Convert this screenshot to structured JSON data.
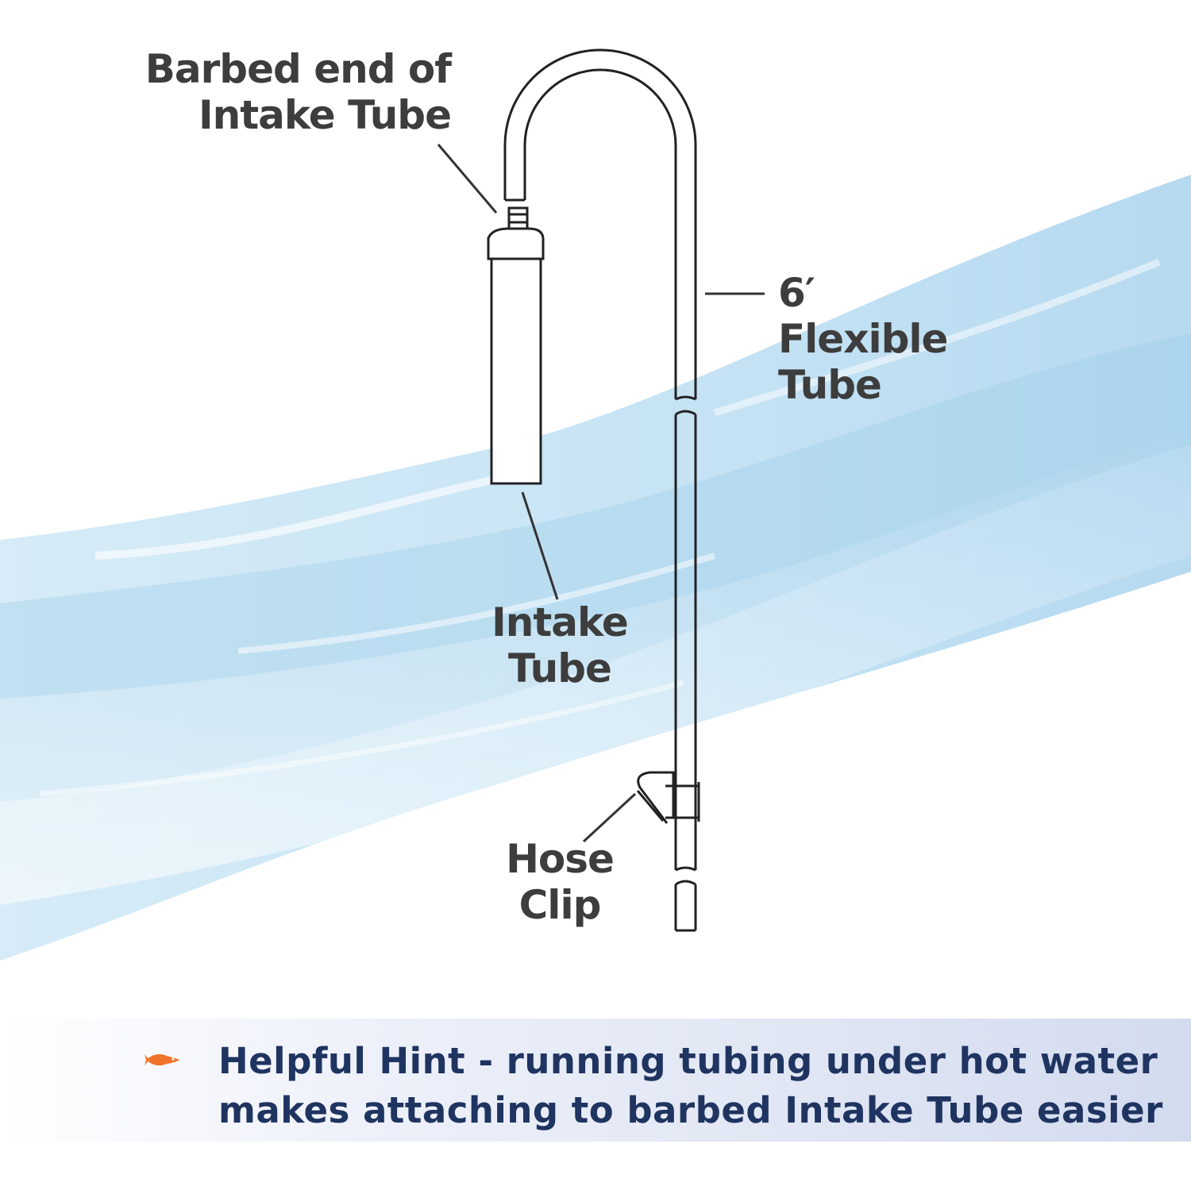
{
  "labels": {
    "barbed": [
      "Barbed end of",
      "Intake Tube"
    ],
    "flexible": [
      "6′",
      "Flexible",
      "Tube"
    ],
    "intake": [
      "Intake",
      "Tube"
    ],
    "clip": [
      "Hose",
      "Clip"
    ]
  },
  "hint": {
    "line1": "Helpful Hint - running tubing under hot water",
    "line2": "makes attaching to barbed Intake Tube easier"
  },
  "icons": {
    "fish": "goldfish-icon"
  },
  "colors": {
    "label_text": "#3d3d3d",
    "hint_text": "#1f3460",
    "fish": "#f0742a",
    "water": "#a9d6ee"
  }
}
